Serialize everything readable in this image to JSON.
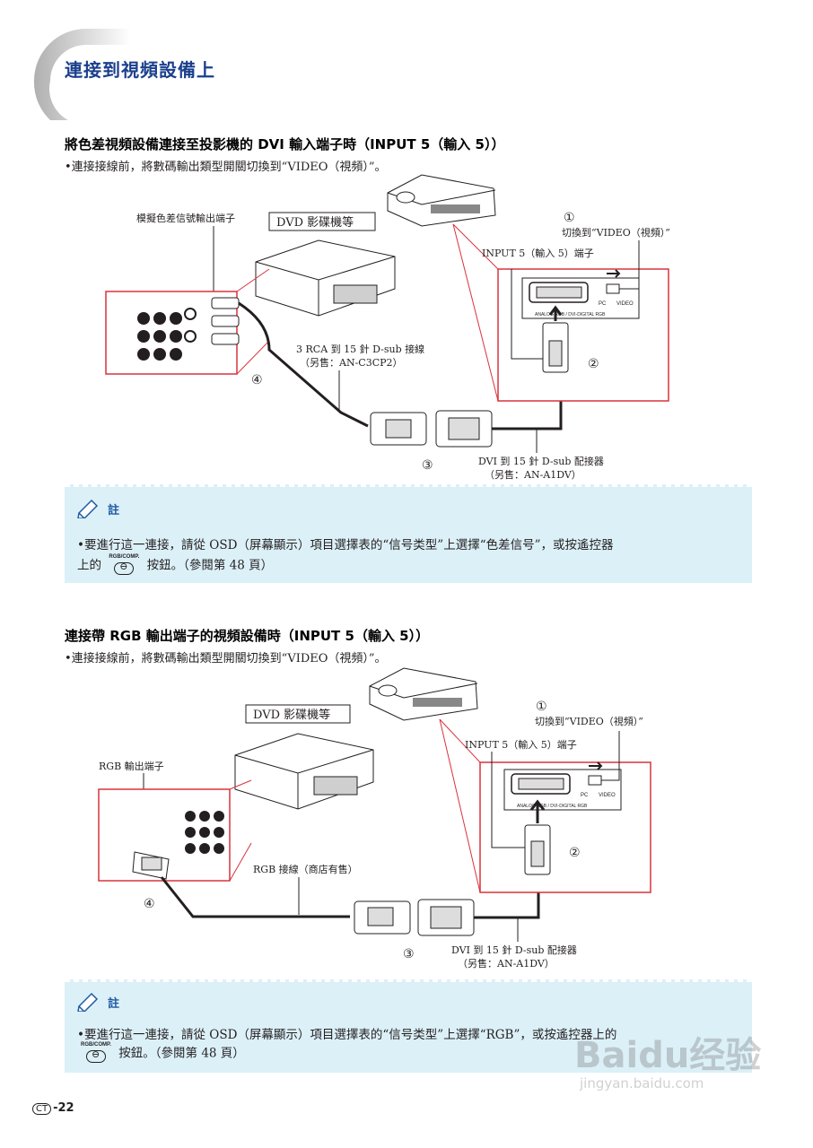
{
  "header": {
    "title": "連接到視頻設備上"
  },
  "section1": {
    "title": "將色差視頻設備連接至投影機的 DVI 輸入端子時（INPUT 5（輸入 5））",
    "bullet": "•連接接線前，將數碼輸出類型開關切換到“VIDEO（視頻）”。",
    "labels": {
      "component_out": "模擬色差信號輸出端子",
      "dvd": "DVD 影碟機等",
      "switch_to": "切換到“VIDEO（視頻）”",
      "input5": "INPUT 5（輸入 5）端子",
      "cable_line1": "3 RCA 到 15 針 D-sub 接線",
      "cable_line2": "（另售：AN-C3CP2）",
      "adapter_line1": "DVI 到 15 針 D-sub 配接器",
      "adapter_line2": "（另售：AN-A1DV）",
      "panel_pc": "PC",
      "panel_video": "VIDEO",
      "panel_small": "ANALOG RGB / DVI-DIGITAL RGB",
      "n1": "①",
      "n2": "②",
      "n3": "③",
      "n4": "④"
    },
    "note": {
      "label": "註",
      "line1": "•要進行這一連接，請從 OSD（屏幕顯示）項目選擇表的“信号类型”上選擇“色差信号”，或按遙控器",
      "line2_pre": "上的",
      "button_label": "RGB/COMP.",
      "line2_post": "按鈕。（參閱第 48 頁）"
    }
  },
  "section2": {
    "title": "連接帶 RGB 輸出端子的視頻設備時（INPUT 5（輸入 5））",
    "bullet": "•連接接線前，將數碼輸出類型開關切換到“VIDEO（視頻）”。",
    "labels": {
      "dvd": "DVD 影碟機等",
      "rgb_out": "RGB 輸出端子",
      "switch_to": "切換到“VIDEO（視頻）”",
      "input5": "INPUT 5（輸入 5）端子",
      "cable": "RGB 接線（商店有售）",
      "adapter_line1": "DVI 到 15 針 D-sub 配接器",
      "adapter_line2": "（另售：AN-A1DV）",
      "panel_pc": "PC",
      "panel_video": "VIDEO",
      "panel_small": "ANALOG RGB / DVI-DIGITAL RGB",
      "n1": "①",
      "n2": "②",
      "n3": "③",
      "n4": "④"
    },
    "note": {
      "label": "註",
      "line1": "•要進行這一連接，請從 OSD（屏幕顯示）項目選擇表的“信号类型”上選擇“RGB”，或按遙控器上的",
      "button_label": "RGB/COMP.",
      "line2_post": "按鈕。（參閱第 48 頁）"
    }
  },
  "footer": {
    "badge": "CT",
    "page": "-22"
  },
  "watermark": {
    "brand": "Baidu经验",
    "url": "jingyan.baidu.com"
  },
  "colors": {
    "title_blue": "#1a3f8c",
    "highlight_red": "#d9333b",
    "note_bg": "#dcf0f8"
  }
}
